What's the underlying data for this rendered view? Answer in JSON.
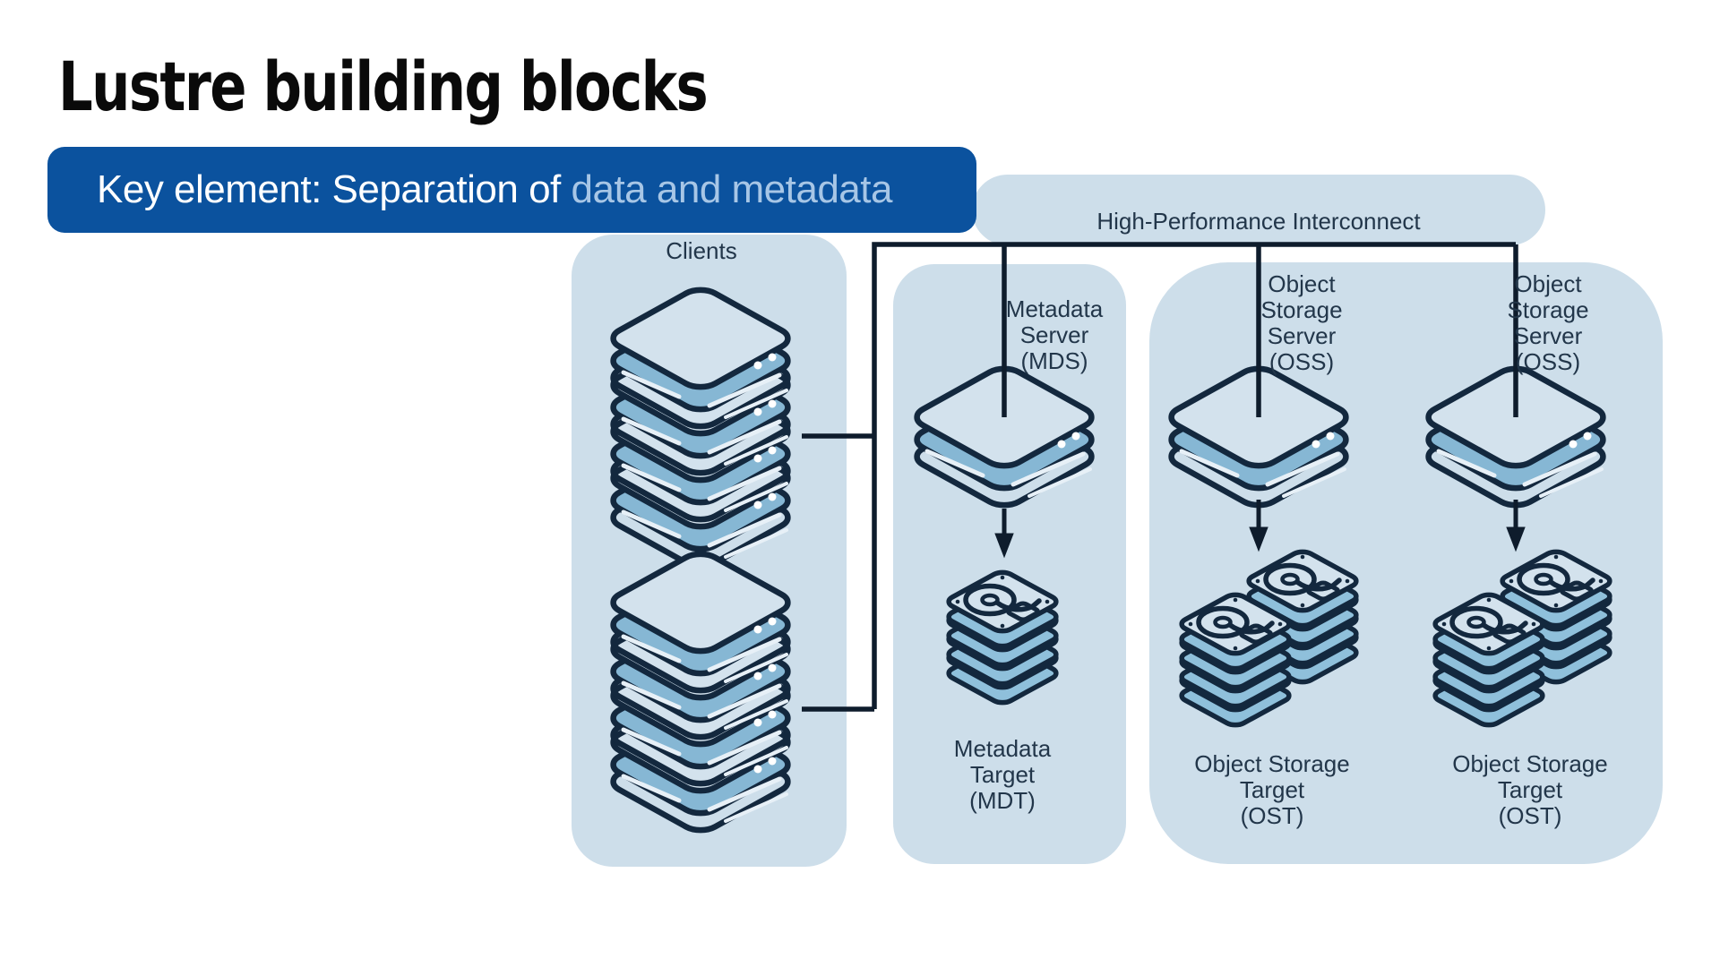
{
  "title": "Lustre building blocks",
  "banner": {
    "prefix": "Key element: Separation of",
    "highlight": "data and metadata"
  },
  "diagram": {
    "interconnect_label": "High-Performance Interconnect",
    "clients": {
      "label": "Clients"
    },
    "mds": {
      "label_lines": [
        "Metadata",
        "Server",
        "(MDS)"
      ]
    },
    "oss": {
      "label_lines": [
        "Object",
        "Storage",
        "Server",
        "(OSS)"
      ]
    },
    "mdt": {
      "label_lines": [
        "Metadata",
        "Target",
        "(MDT)"
      ]
    },
    "ost": {
      "label_lines": [
        "Object Storage",
        "Target",
        "(OST)"
      ]
    }
  },
  "colors": {
    "banner_background": "#0b529e",
    "banner_highlight_text": "#a7c6e6",
    "panel_background": "#cddeea",
    "server_side_fill": "#86b7d4",
    "disk_side_fill": "#8fc0db",
    "icon_face_fill": "#d3e2ed",
    "outline": "#13283e",
    "connector_line": "#0e1c2c",
    "label_text": "#22364a",
    "title_text": "#0a0a0a"
  }
}
